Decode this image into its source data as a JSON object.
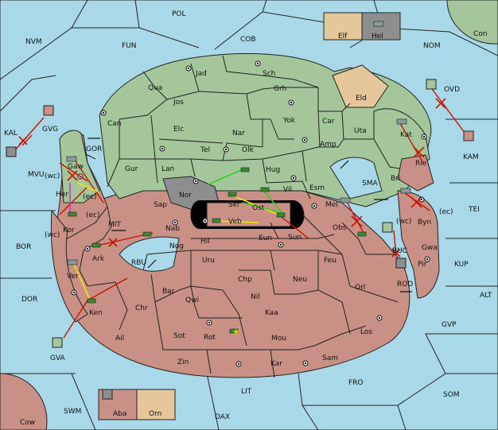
{
  "labels": {
    "pol": "POL",
    "nvm": "NVM",
    "fun": "FUN",
    "cob": "COB",
    "nom": "NOM",
    "con": "Con",
    "elf": "Elf",
    "hel": "Hel",
    "ovd": "OVD",
    "kal": "KAL",
    "gvg": "GVG",
    "gor": "GOR",
    "mvu": "MVU",
    "her": "Her",
    "gaw": "Gaw",
    "kor": "Kor",
    "bor": "BOR",
    "mit": "MIT",
    "ark": "Ark",
    "rbu": "RBU",
    "dor": "DOR",
    "ver": "Ver",
    "ken": "Ken",
    "gva": "GVA",
    "ail": "Ail",
    "chr": "Chr",
    "swm": "SWM",
    "cow": "Cow",
    "aba": "Aba",
    "orn": "Orn",
    "dax": "DAX",
    "lit": "LIT",
    "zin": "Zin",
    "sot": "Sot",
    "rot": "Rot",
    "kar": "Kar",
    "sam": "Sam",
    "fro": "FRO",
    "som": "SOM",
    "gvp": "GVP",
    "alt": "ALT",
    "kup": "KUP",
    "tei": "TEI",
    "rod": "ROD",
    "buc": "BUC",
    "pir": "Pir",
    "gwa": "Gwa",
    "byn": "Byn",
    "bri": "Bri",
    "rie": "Rie",
    "kat": "Kat",
    "kam": "KAM",
    "uta": "Uta",
    "eld": "Eld",
    "sma": "SMA",
    "mel": "Mel",
    "obs": "Obs",
    "los": "Los",
    "orl": "Orl",
    "feu": "Feu",
    "neu": "Neu",
    "mou": "Mou",
    "kaa": "Kaa",
    "nil": "Nil",
    "chp": "Chp",
    "qwi": "Qwi",
    "bar": "Bar",
    "uru": "Uru",
    "hil": "Hil",
    "nog": "Nog",
    "nab": "Nab",
    "sap": "Sap",
    "nor": "Nor",
    "skr": "Skr",
    "ost": "Ost",
    "veb": "Veb",
    "eun": "Eun",
    "sun": "Sun",
    "vil": "Vil",
    "esm": "Esm",
    "hug": "Hug",
    "lan": "Lan",
    "gur": "Gur",
    "can": "Can",
    "qua": "Qua",
    "jos": "Jos",
    "jad": "Jad",
    "sch": "Sch",
    "grh": "Grh",
    "elc": "Elc",
    "tel": "Tel",
    "nar": "Nar",
    "olk": "Olk",
    "yok": "Yok",
    "car": "Car",
    "amp": "Amp",
    "wc": "(wc)",
    "ec": "(ec)"
  },
  "colors": {
    "sea": "#a9d9e9",
    "green": "#a3c79a",
    "red": "#c99085",
    "tan": "#e6c79b",
    "grey": "#8e8e8e",
    "move_red": "#cc1100",
    "move_yellow": "#f2e600",
    "move_green": "#33cc33",
    "move_magenta": "#cc33cc"
  }
}
